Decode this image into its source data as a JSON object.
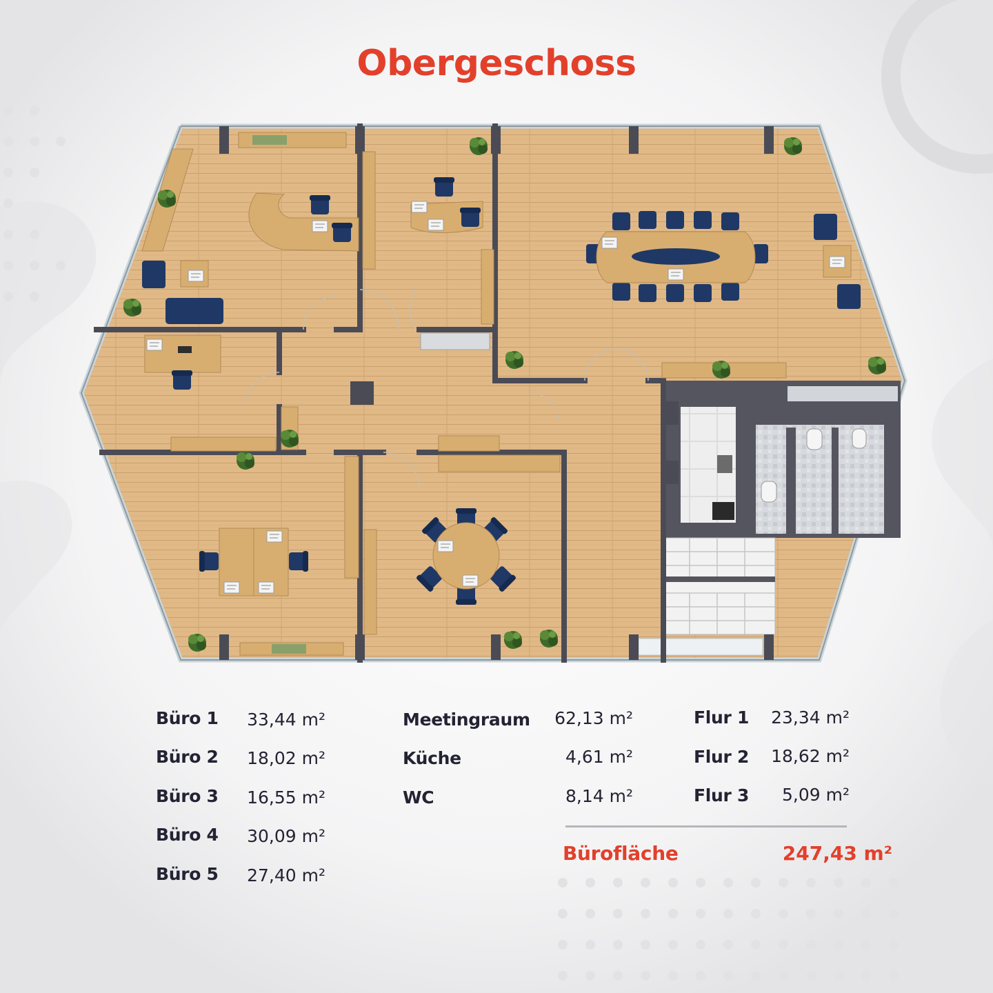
{
  "title": "Obergeschoss",
  "colors": {
    "accent": "#e2402b",
    "text": "#232333",
    "floor": "#e0b987",
    "wall": "#4b4b56",
    "furniture": "#d8ae70",
    "chair": "#1f3866",
    "background": "#f1f1f2"
  },
  "areas": {
    "col1": [
      {
        "label": "Büro 1",
        "value": "33,44 m²"
      },
      {
        "label": "Büro 2",
        "value": "18,02 m²"
      },
      {
        "label": "Büro 3",
        "value": "16,55 m²"
      },
      {
        "label": "Büro 4",
        "value": "30,09 m²"
      },
      {
        "label": "Büro 5",
        "value": "27,40 m²"
      }
    ],
    "col2": [
      {
        "label": "Meetingraum",
        "value": "62,13 m²"
      },
      {
        "label": "Küche",
        "value": "4,61 m²"
      },
      {
        "label": "WC",
        "value": "8,14 m²"
      }
    ],
    "col3": [
      {
        "label": "Flur 1",
        "value": "23,34 m²"
      },
      {
        "label": "Flur 2",
        "value": "18,62 m²"
      },
      {
        "label": "Flur 3",
        "value": "5,09 m²"
      }
    ],
    "total": {
      "label": "Bürofläche",
      "value": "247,43 m²"
    }
  }
}
